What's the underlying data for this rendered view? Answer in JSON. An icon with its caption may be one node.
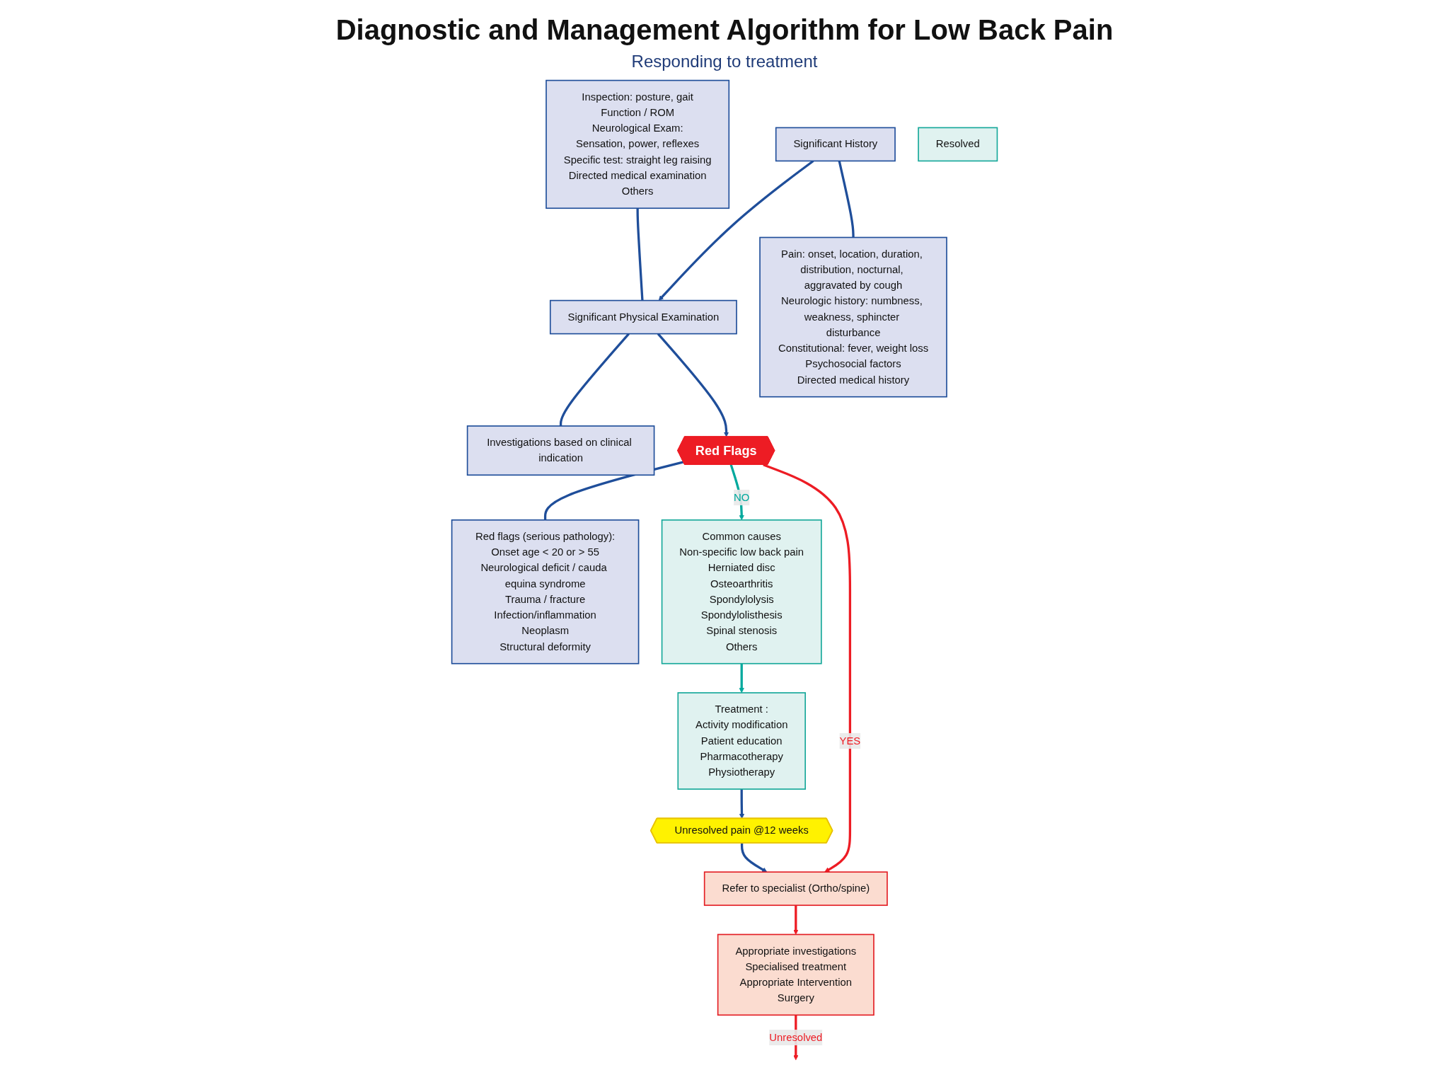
{
  "diagram": {
    "title": "Diagnostic and Management Algorithm for Low Back Pain",
    "nodes": [
      {
        "text": [
          "Significant History"
        ]
      },
      {
        "text": [
          "Significant Physical Examination"
        ]
      },
      {
        "text": [
          "Inspection: posture, gait",
          "Function / ROM",
          "Neurological Exam:",
          "Sensation, power, reflexes",
          "Specific test: straight leg raising",
          "Directed medical examination",
          "Others"
        ]
      },
      {
        "text": [
          "Pain: onset, location, duration, distribution, nocturnal, aggravated by cough",
          "Neurologic history: numbness, weakness, sphincter disturbance",
          "Constitutional: fever, weight loss",
          "Psychosocial factors",
          "Directed medical history"
        ]
      },
      {
        "text": [
          "Investigations based on clinical indication"
        ]
      },
      {
        "text": [
          "Red Flags"
        ]
      },
      {
        "text": [
          "Red flags (serious pathology):",
          "Onset age < 20 or > 55",
          "Neurological deficit / cauda equina syndrome",
          "Trauma / fracture",
          "Infection/inflammation",
          "Neoplasm",
          "Structural deformity"
        ]
      },
      {
        "text": [
          "Common causes",
          "Non-specific low back pain",
          "Herniated disc",
          "Osteoarthritis",
          "Spondylolysis",
          "Spondylolisthesis",
          "Spinal stenosis",
          "Others"
        ]
      },
      {
        "text": [
          "Treatment :",
          "Activity modification",
          "Patient education",
          "Pharmacotherapy",
          "Physiotherapy"
        ]
      },
      {
        "text": [
          "Unresolved pain @12 weeks"
        ]
      },
      {
        "text": [
          "Refer to specialist (Ortho/spine)"
        ]
      },
      {
        "text": [
          "Appropriate investigations",
          "Specialised treatment",
          "Appropriate Intervention",
          "Surgery"
        ]
      },
      {
        "text": [
          "Resolved"
        ]
      }
    ],
    "edges": [
      {
        "from": 0,
        "to": 1,
        "arrow": "to"
      },
      {
        "from": 2,
        "to": 1,
        "arrow": "none"
      },
      {
        "from": 0,
        "to": 3,
        "arrow": "none"
      },
      {
        "from": 1,
        "to": 5,
        "arrow": "to"
      },
      {
        "from": 1,
        "to": 4,
        "arrow": "none"
      },
      {
        "from": 5,
        "to": 6,
        "arrow": "none"
      },
      {
        "from": 5,
        "to": 7,
        "arrow": "to",
        "label": "NO",
        "color": "#00a99d"
      },
      {
        "from": 5,
        "to": 10,
        "arrow": "to",
        "label": "YES",
        "color": "#ed1c24"
      },
      {
        "from": 7,
        "to": 8,
        "arrow": "to",
        "color": "#00a99d"
      },
      {
        "from": 8,
        "to": 9,
        "arrow": "to"
      },
      {
        "from": 9,
        "to": 10,
        "arrow": "to"
      },
      {
        "from": 10,
        "to": 11,
        "arrow": "to",
        "color": "#ed1c24"
      },
      {
        "from": 11,
        "to": null,
        "arrow": "to",
        "label": "Unresolved",
        "color": "#ed1c24"
      }
    ],
    "labels": [
      "Responding to treatment"
    ]
  }
}
